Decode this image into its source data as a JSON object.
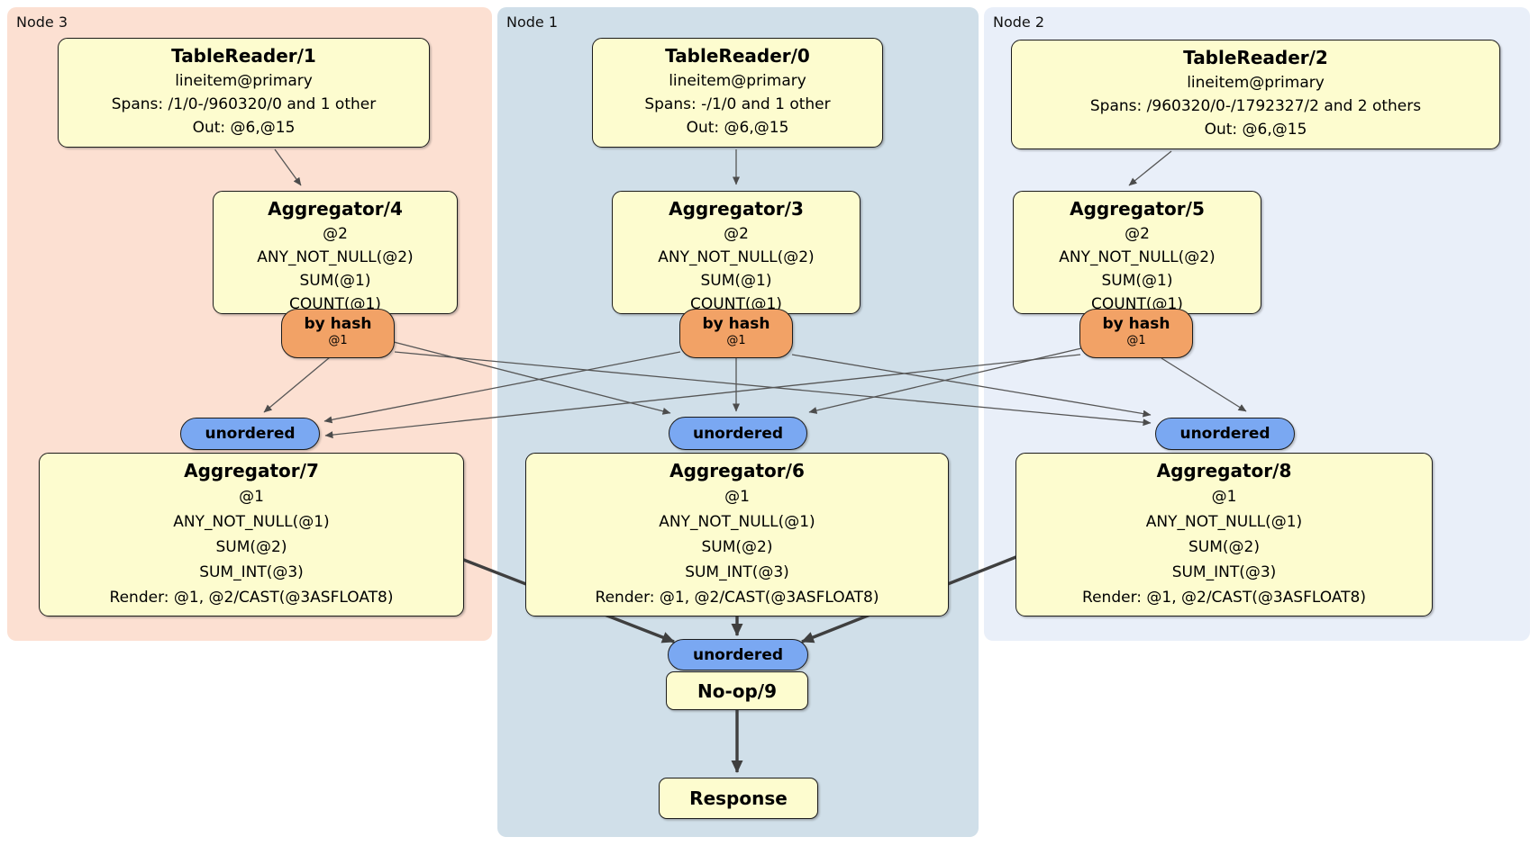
{
  "diagram": {
    "regions": [
      {
        "label": "Node 3"
      },
      {
        "label": "Node 1"
      },
      {
        "label": "Node 2"
      }
    ],
    "processors": [
      {
        "title": "TableReader/1",
        "lines": [
          "lineitem@primary",
          "Spans: /1/0-/960320/0 and 1 other",
          "Out: @6,@15"
        ]
      },
      {
        "title": "TableReader/0",
        "lines": [
          "lineitem@primary",
          "Spans: -/1/0 and 1 other",
          "Out: @6,@15"
        ]
      },
      {
        "title": "TableReader/2",
        "lines": [
          "lineitem@primary",
          "Spans: /960320/0-/1792327/2 and 2 others",
          "Out: @6,@15"
        ]
      },
      {
        "title": "Aggregator/4",
        "lines": [
          "@2",
          "ANY_NOT_NULL(@2)",
          "SUM(@1)",
          "COUNT(@1)"
        ]
      },
      {
        "title": "Aggregator/3",
        "lines": [
          "@2",
          "ANY_NOT_NULL(@2)",
          "SUM(@1)",
          "COUNT(@1)"
        ]
      },
      {
        "title": "Aggregator/5",
        "lines": [
          "@2",
          "ANY_NOT_NULL(@2)",
          "SUM(@1)",
          "COUNT(@1)"
        ]
      },
      {
        "title": "Aggregator/7",
        "lines": [
          "@1",
          "ANY_NOT_NULL(@1)",
          "SUM(@2)",
          "SUM_INT(@3)",
          "Render: @1, @2/CAST(@3ASFLOAT8)"
        ]
      },
      {
        "title": "Aggregator/6",
        "lines": [
          "@1",
          "ANY_NOT_NULL(@1)",
          "SUM(@2)",
          "SUM_INT(@3)",
          "Render: @1, @2/CAST(@3ASFLOAT8)"
        ]
      },
      {
        "title": "Aggregator/8",
        "lines": [
          "@1",
          "ANY_NOT_NULL(@1)",
          "SUM(@2)",
          "SUM_INT(@3)",
          "Render: @1, @2/CAST(@3ASFLOAT8)"
        ]
      },
      {
        "title": "No-op/9",
        "lines": []
      },
      {
        "title": "Response",
        "lines": []
      }
    ],
    "routers": [
      {
        "label": "by hash",
        "detail": "@1"
      },
      {
        "label": "by hash",
        "detail": "@1"
      },
      {
        "label": "by hash",
        "detail": "@1"
      }
    ],
    "syncs": [
      {
        "label": "unordered"
      },
      {
        "label": "unordered"
      },
      {
        "label": "unordered"
      },
      {
        "label": "unordered"
      }
    ],
    "colors": {
      "node3_bg": "#fce0d2",
      "node1_bg": "#d0dfe9",
      "node2_bg": "#e9eff9",
      "box_bg": "#fdfccf",
      "router_bg": "#f2a266",
      "sync_bg": "#7aa8f2",
      "edge": "#565656",
      "edge_thick": "#3f3f3f"
    }
  }
}
